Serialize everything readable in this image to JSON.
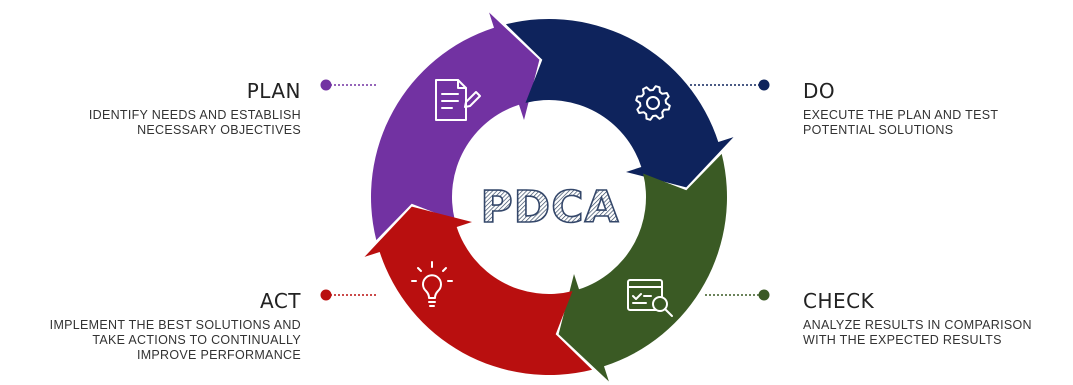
{
  "center_label": "PDCA",
  "colors": {
    "plan": "#7232a2",
    "do": "#0e235c",
    "check": "#3a5a24",
    "act": "#b90f0f",
    "text": "#222222"
  },
  "steps": [
    {
      "key": "plan",
      "title": "PLAN",
      "desc_line1": "IDENTIFY NEEDS AND ESTABLISH",
      "desc_line2": "NECESSARY OBJECTIVES",
      "icon": "document-edit-icon"
    },
    {
      "key": "do",
      "title": "DO",
      "desc_line1": "EXECUTE THE PLAN AND TEST",
      "desc_line2": "POTENTIAL SOLUTIONS",
      "icon": "gear-icon"
    },
    {
      "key": "check",
      "title": "CHECK",
      "desc_line1": "ANALYZE RESULTS IN COMPARISON",
      "desc_line2": "WITH THE EXPECTED RESULTS",
      "icon": "browser-search-icon"
    },
    {
      "key": "act",
      "title": "ACT",
      "desc_line1": "IMPLEMENT THE BEST SOLUTIONS AND",
      "desc_line2": "TAKE ACTIONS TO CONTINUALLY",
      "desc_line3": "IMPROVE PERFORMANCE",
      "icon": "lightbulb-icon"
    }
  ]
}
